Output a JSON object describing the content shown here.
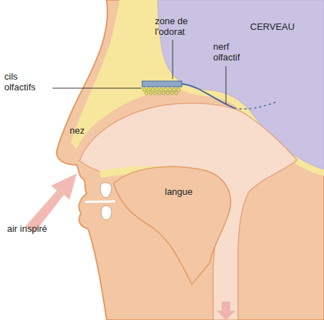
{
  "diagram": {
    "labels": [
      "zone de l'odorat",
      "CERVEAU",
      "nerf olfactif",
      "cils olfactifs",
      "nez",
      "langue",
      "air inspiré"
    ]
  }
}
